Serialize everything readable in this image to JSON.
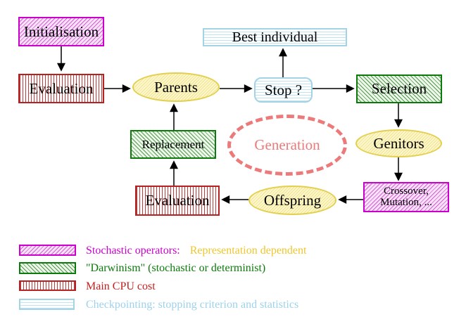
{
  "nodes": {
    "initialisation": {
      "label": "Initialisation"
    },
    "evaluation_top": {
      "label": "Evaluation"
    },
    "parents": {
      "label": "Parents"
    },
    "stop": {
      "label": "Stop ?"
    },
    "best_individual": {
      "label": "Best individual"
    },
    "selection": {
      "label": "Selection"
    },
    "genitors": {
      "label": "Genitors"
    },
    "crossover": {
      "line1": "Crossover,",
      "line2": "Mutation, ..."
    },
    "offspring": {
      "label": "Offspring"
    },
    "evaluation_bottom": {
      "label": "Evaluation"
    },
    "replacement": {
      "label": "Replacement"
    },
    "generation": {
      "label": "Generation"
    }
  },
  "legend": {
    "items": [
      {
        "name": "stochastic-operators",
        "text": "Stochastic operators:",
        "text2": "Representation dependent"
      },
      {
        "name": "darwinism",
        "text": "\"Darwinism\" (stochastic or determinist)"
      },
      {
        "name": "main-cpu-cost",
        "text": "Main CPU cost"
      },
      {
        "name": "checkpointing",
        "text": "Checkpointing: stopping criterion and statistics"
      }
    ]
  },
  "colors": {
    "magenta": "#cc00cc",
    "green": "#0b7a0b",
    "red": "#b42222",
    "cyan": "#a3d4e6",
    "yellow_border": "#e3cf4e",
    "yellow_fill": "#fdf7cd",
    "salmon": "#ec7a7a",
    "gold_text": "#efc62c",
    "lightblue_text": "#9ed2ea",
    "arrow": "#000000"
  }
}
